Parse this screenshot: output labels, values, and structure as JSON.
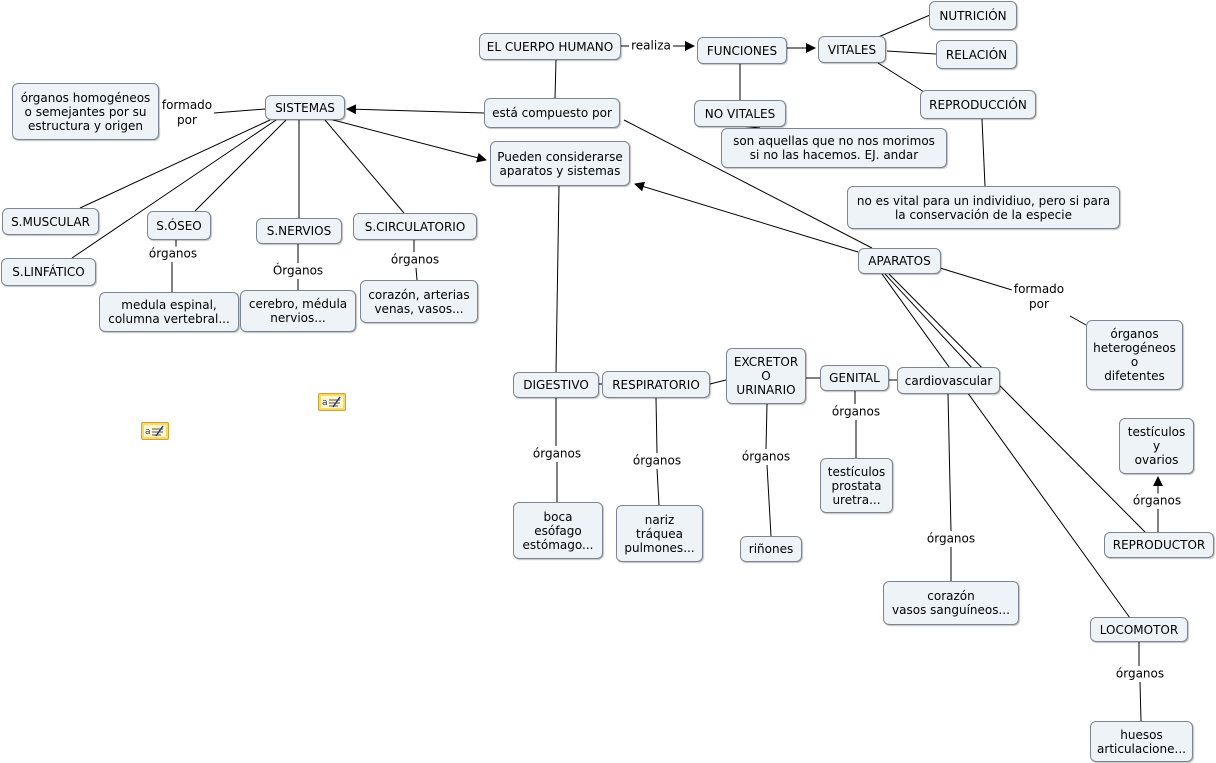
{
  "nodes": {
    "cuerpo": "EL CUERPO HUMANO",
    "funciones": "FUNCIONES",
    "vitales": "VITALES",
    "nutricion": "NUTRICIÓN",
    "relacion": "RELACIÓN",
    "reproduccion": "REPRODUCCIÓN",
    "no_vitales": "NO VITALES",
    "no_vitales_desc": "son aquellas que no nos morimos\nsi no las hacemos. EJ. andar",
    "reproduccion_desc": "no es vital para un individiuo, pero si para\nla conservación de la especie",
    "compuesto": "está compuesto por",
    "sistemas": "SISTEMAS",
    "homogeneos": "órganos homogéneos\no semejantes por su\nestructura y origen",
    "considerarse": "Pueden considerarse\naparatos y sistemas",
    "muscular": "S.MUSCULAR",
    "linfatico": "S.LINFÁTICO",
    "oseo": "S.ÓSEO",
    "nervios": "S.NERVIOS",
    "circulatorio": "S.CIRCULATORIO",
    "oseo_org": "medula espinal,\ncolumna vertebral...",
    "nervios_org": "cerebro, médula\nnervios...",
    "circ_org": "corazón, arterias\nvenas, vasos...",
    "aparatos": "APARATOS",
    "heterogeneos": "órganos\nheterogéneos\no\ndifetentes",
    "digestivo": "DIGESTIVO",
    "respiratorio": "RESPIRATORIO",
    "excretor": "EXCRETOR\nO\nURINARIO",
    "genital": "GENITAL",
    "cardiovascular": "cardiovascular",
    "dig_org": "boca\nesófago\nestómago...",
    "resp_org": "nariz\ntráquea\npulmones...",
    "exc_org": "riñones",
    "gen_org": "testículos\nprostata\nuretra...",
    "cardio_org": "corazón\nvasos sanguíneos...",
    "reproductor": "REPRODUCTOR",
    "repro_org": "testículos\ny\novarios",
    "locomotor": "LOCOMOTOR",
    "loco_org": "huesos\narticulacione..."
  },
  "labels": {
    "realiza": "realiza",
    "formado_por_1": "formado\npor",
    "formado_por_2": "formado\npor",
    "organos": "órganos",
    "organos_cap": "Órganos"
  }
}
